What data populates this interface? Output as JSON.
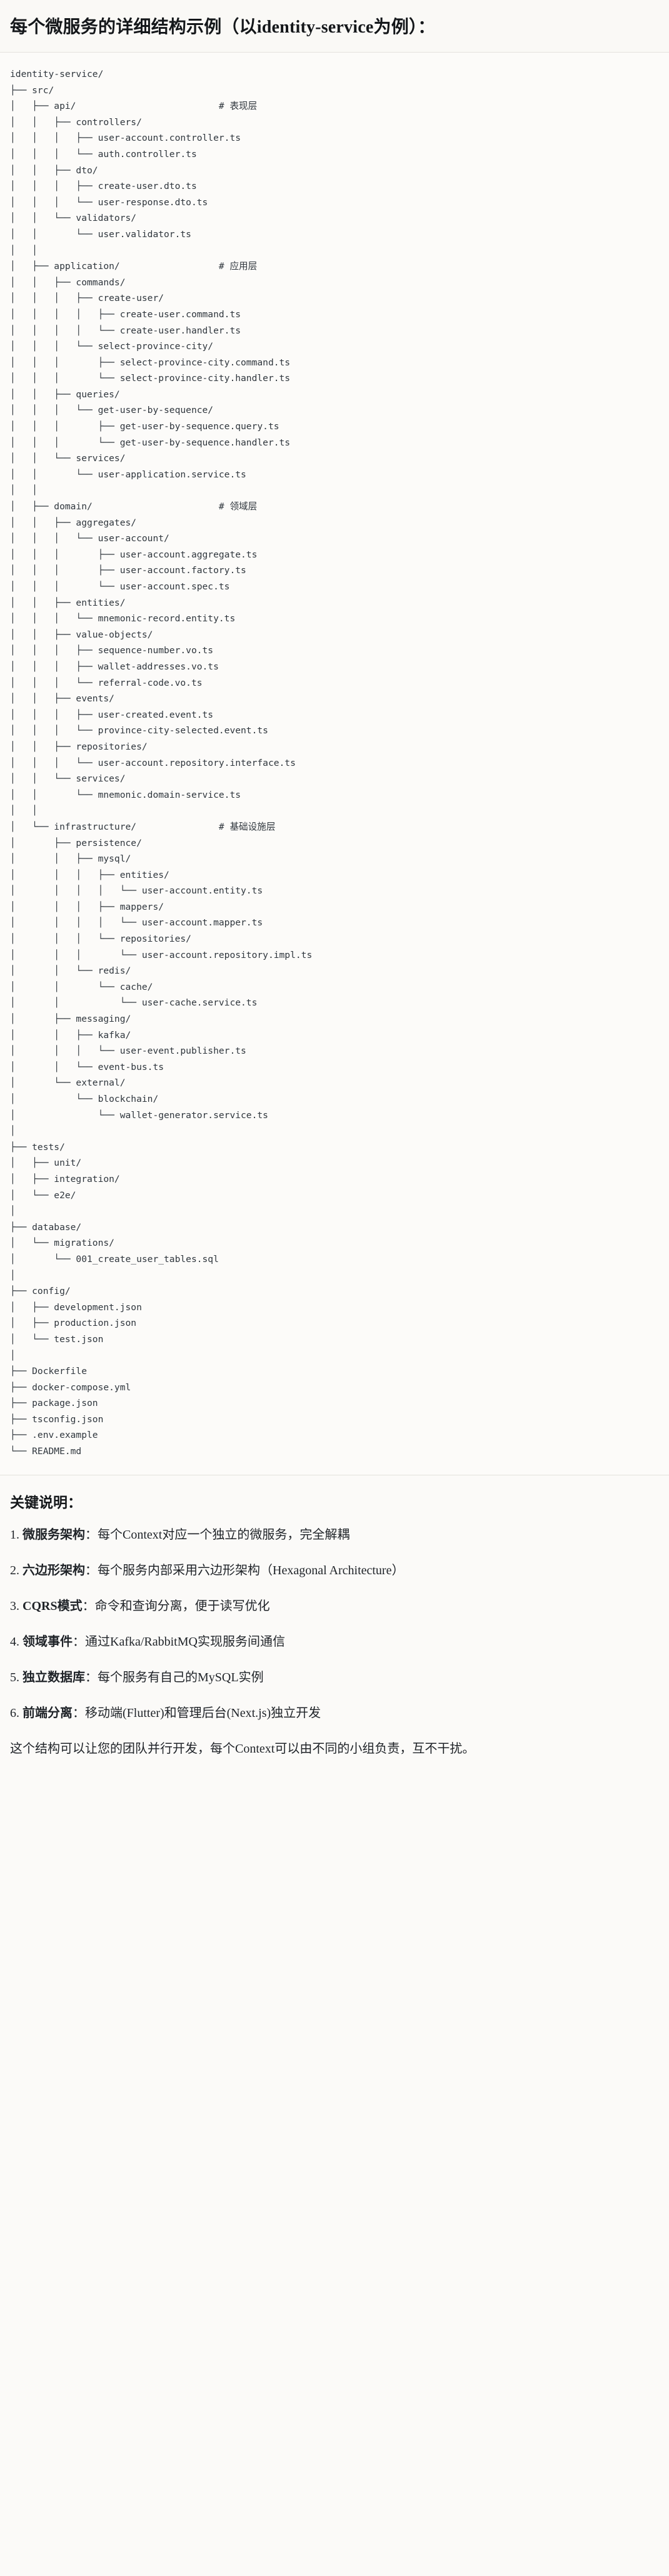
{
  "header": {
    "title": "每个微服务的详细结构示例（以identity-service为例）："
  },
  "tree": {
    "root": "identity-service/",
    "text": "identity-service/\n├── src/\n│   ├── api/                          # 表现层\n│   │   ├── controllers/\n│   │   │   ├── user-account.controller.ts\n│   │   │   └── auth.controller.ts\n│   │   ├── dto/\n│   │   │   ├── create-user.dto.ts\n│   │   │   └── user-response.dto.ts\n│   │   └── validators/\n│   │       └── user.validator.ts\n│   │\n│   ├── application/                  # 应用层\n│   │   ├── commands/\n│   │   │   ├── create-user/\n│   │   │   │   ├── create-user.command.ts\n│   │   │   │   └── create-user.handler.ts\n│   │   │   └── select-province-city/\n│   │   │       ├── select-province-city.command.ts\n│   │   │       └── select-province-city.handler.ts\n│   │   ├── queries/\n│   │   │   └── get-user-by-sequence/\n│   │   │       ├── get-user-by-sequence.query.ts\n│   │   │       └── get-user-by-sequence.handler.ts\n│   │   └── services/\n│   │       └── user-application.service.ts\n│   │\n│   ├── domain/                       # 领域层\n│   │   ├── aggregates/\n│   │   │   └── user-account/\n│   │   │       ├── user-account.aggregate.ts\n│   │   │       ├── user-account.factory.ts\n│   │   │       └── user-account.spec.ts\n│   │   ├── entities/\n│   │   │   └── mnemonic-record.entity.ts\n│   │   ├── value-objects/\n│   │   │   ├── sequence-number.vo.ts\n│   │   │   ├── wallet-addresses.vo.ts\n│   │   │   └── referral-code.vo.ts\n│   │   ├── events/\n│   │   │   ├── user-created.event.ts\n│   │   │   └── province-city-selected.event.ts\n│   │   ├── repositories/\n│   │   │   └── user-account.repository.interface.ts\n│   │   └── services/\n│   │       └── mnemonic.domain-service.ts\n│   │\n│   └── infrastructure/               # 基础设施层\n│       ├── persistence/\n│       │   ├── mysql/\n│       │   │   ├── entities/\n│       │   │   │   └── user-account.entity.ts\n│       │   │   ├── mappers/\n│       │   │   │   └── user-account.mapper.ts\n│       │   │   └── repositories/\n│       │   │       └── user-account.repository.impl.ts\n│       │   └── redis/\n│       │       └── cache/\n│       │           └── user-cache.service.ts\n│       ├── messaging/\n│       │   ├── kafka/\n│       │   │   └── user-event.publisher.ts\n│       │   └── event-bus.ts\n│       └── external/\n│           └── blockchain/\n│               └── wallet-generator.service.ts\n│\n├── tests/\n│   ├── unit/\n│   ├── integration/\n│   └── e2e/\n│\n├── database/\n│   └── migrations/\n│       └── 001_create_user_tables.sql\n│\n├── config/\n│   ├── development.json\n│   ├── production.json\n│   └── test.json\n│\n├── Dockerfile\n├── docker-compose.yml\n├── package.json\n├── tsconfig.json\n├── .env.example\n└── README.md",
    "layer_comments": [
      {
        "marker": "#",
        "label": "表现层"
      },
      {
        "marker": "#",
        "label": "应用层"
      },
      {
        "marker": "#",
        "label": "领域层"
      },
      {
        "marker": "#",
        "label": "基础设施层"
      }
    ]
  },
  "notes": {
    "title": "关键说明：",
    "items": [
      {
        "key": "微服务架构",
        "colon": "：",
        "desc": "每个Context对应一个独立的微服务，完全解耦"
      },
      {
        "key": "六边形架构",
        "colon": "：",
        "desc": "每个服务内部采用六边形架构（Hexagonal Architecture）"
      },
      {
        "key": "CQRS模式",
        "colon": "：",
        "desc": "命令和查询分离，便于读写优化"
      },
      {
        "key": "领域事件",
        "colon": "：",
        "desc": "通过Kafka/RabbitMQ实现服务间通信"
      },
      {
        "key": "独立数据库",
        "colon": "：",
        "desc": "每个服务有自己的MySQL实例"
      },
      {
        "key": "前端分离",
        "colon": "：",
        "desc": "移动端(Flutter)和管理后台(Next.js)独立开发"
      }
    ],
    "closing": "这个结构可以让您的团队并行开发，每个Context可以由不同的小组负责，互不干扰。"
  }
}
